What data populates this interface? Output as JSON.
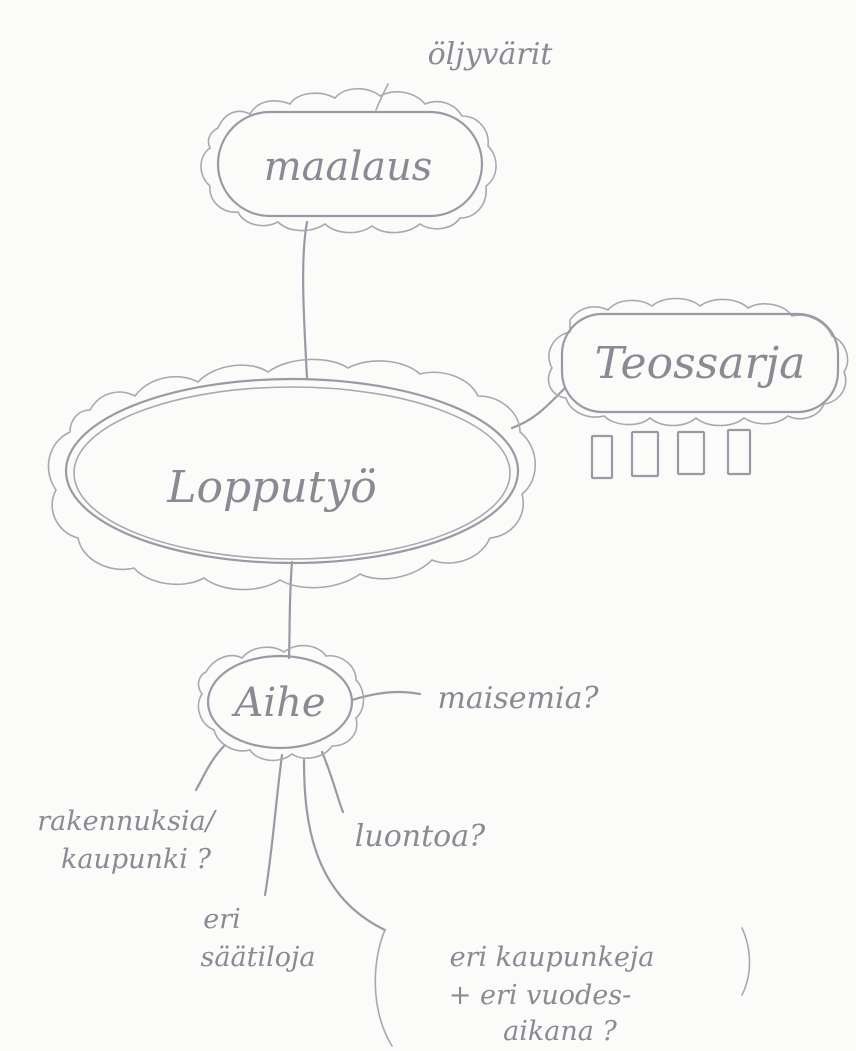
{
  "nodes": {
    "center": "Lopputyö",
    "painting": "maalaus",
    "oil_colors": "öljyvärit",
    "series": "Teossarja",
    "topic": "Aihe",
    "landscapes": "maisemia?",
    "nature": "luontoa?",
    "buildings_line1": "rakennuksia/",
    "buildings_line2": "kaupunki ?",
    "seasons_line1": "eri",
    "seasons_line2": "säätiloja",
    "cities_line1": "eri kaupunkeja",
    "cities_line2": "+ eri vuodes-",
    "cities_line3": "aikana ?"
  },
  "series_panels": 4
}
